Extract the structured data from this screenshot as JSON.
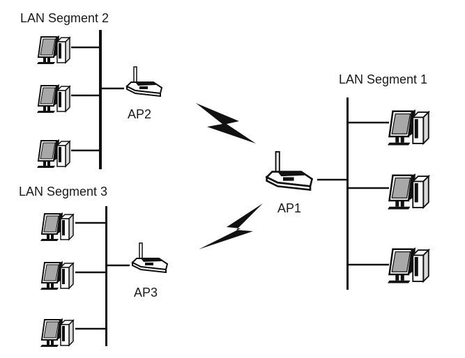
{
  "diagram": {
    "title": "",
    "colors": {
      "line": "#111111",
      "monitor_screen": "#a8a8a8",
      "case_side": "#d9d9d9",
      "background": "#ffffff"
    },
    "segments": [
      {
        "id": "seg1",
        "label": "LAN Segment 1",
        "access_point": "AP1",
        "computers": 3
      },
      {
        "id": "seg2",
        "label": "LAN Segment 2",
        "access_point": "AP2",
        "computers": 3
      },
      {
        "id": "seg3",
        "label": "LAN Segment 3",
        "access_point": "AP3",
        "computers": 3
      }
    ],
    "wireless_links": [
      {
        "from": "AP2",
        "to": "AP1",
        "icon": "lightning-bolt-icon"
      },
      {
        "from": "AP3",
        "to": "AP1",
        "icon": "lightning-bolt-icon"
      }
    ]
  }
}
